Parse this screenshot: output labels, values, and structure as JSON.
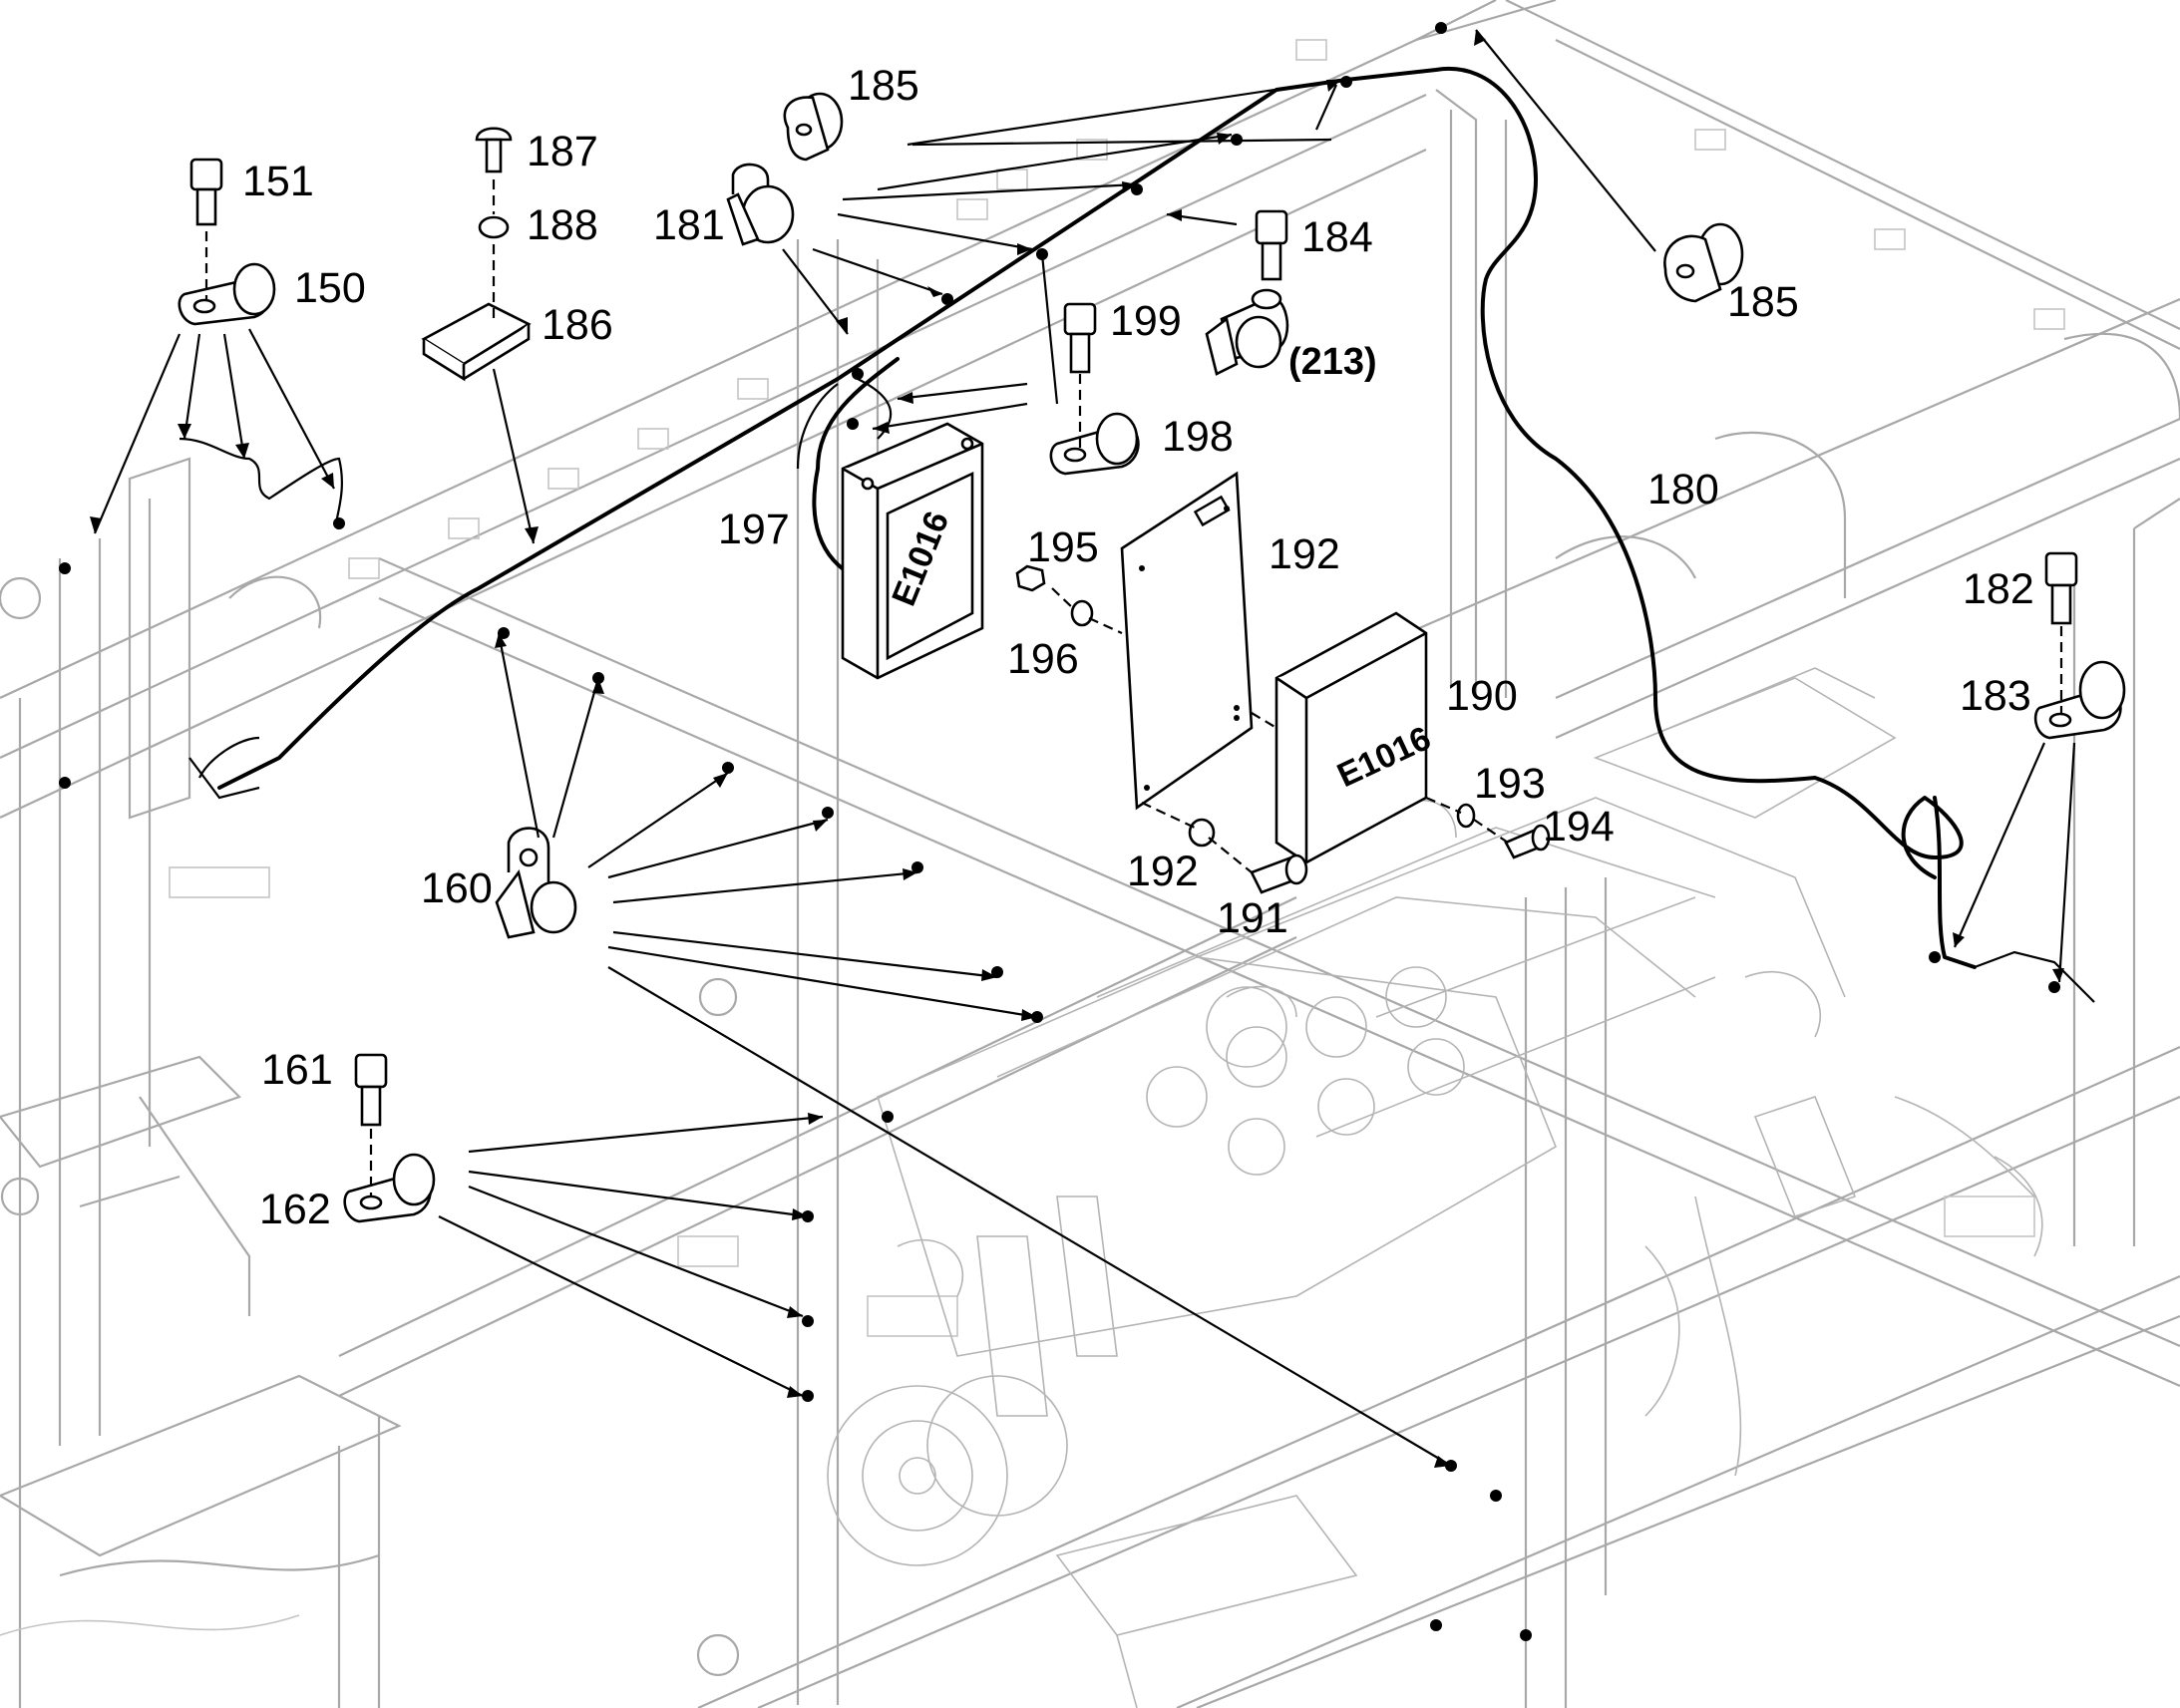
{
  "callouts": {
    "c150": "150",
    "c151": "151",
    "c160": "160",
    "c161": "161",
    "c162": "162",
    "c180": "180",
    "c181": "181",
    "c182": "182",
    "c183": "183",
    "c184": "184",
    "c185a": "185",
    "c185b": "185",
    "c186": "186",
    "c187": "187",
    "c188": "188",
    "c190": "190",
    "c191": "191",
    "c192a": "192",
    "c192b": "192",
    "c193": "193",
    "c194": "194",
    "c195": "195",
    "c196": "196",
    "c197": "197",
    "c198": "198",
    "c199": "199",
    "c213": "(213)"
  },
  "ecu": {
    "upper_label": "E1016",
    "lower_label": "E1016"
  }
}
